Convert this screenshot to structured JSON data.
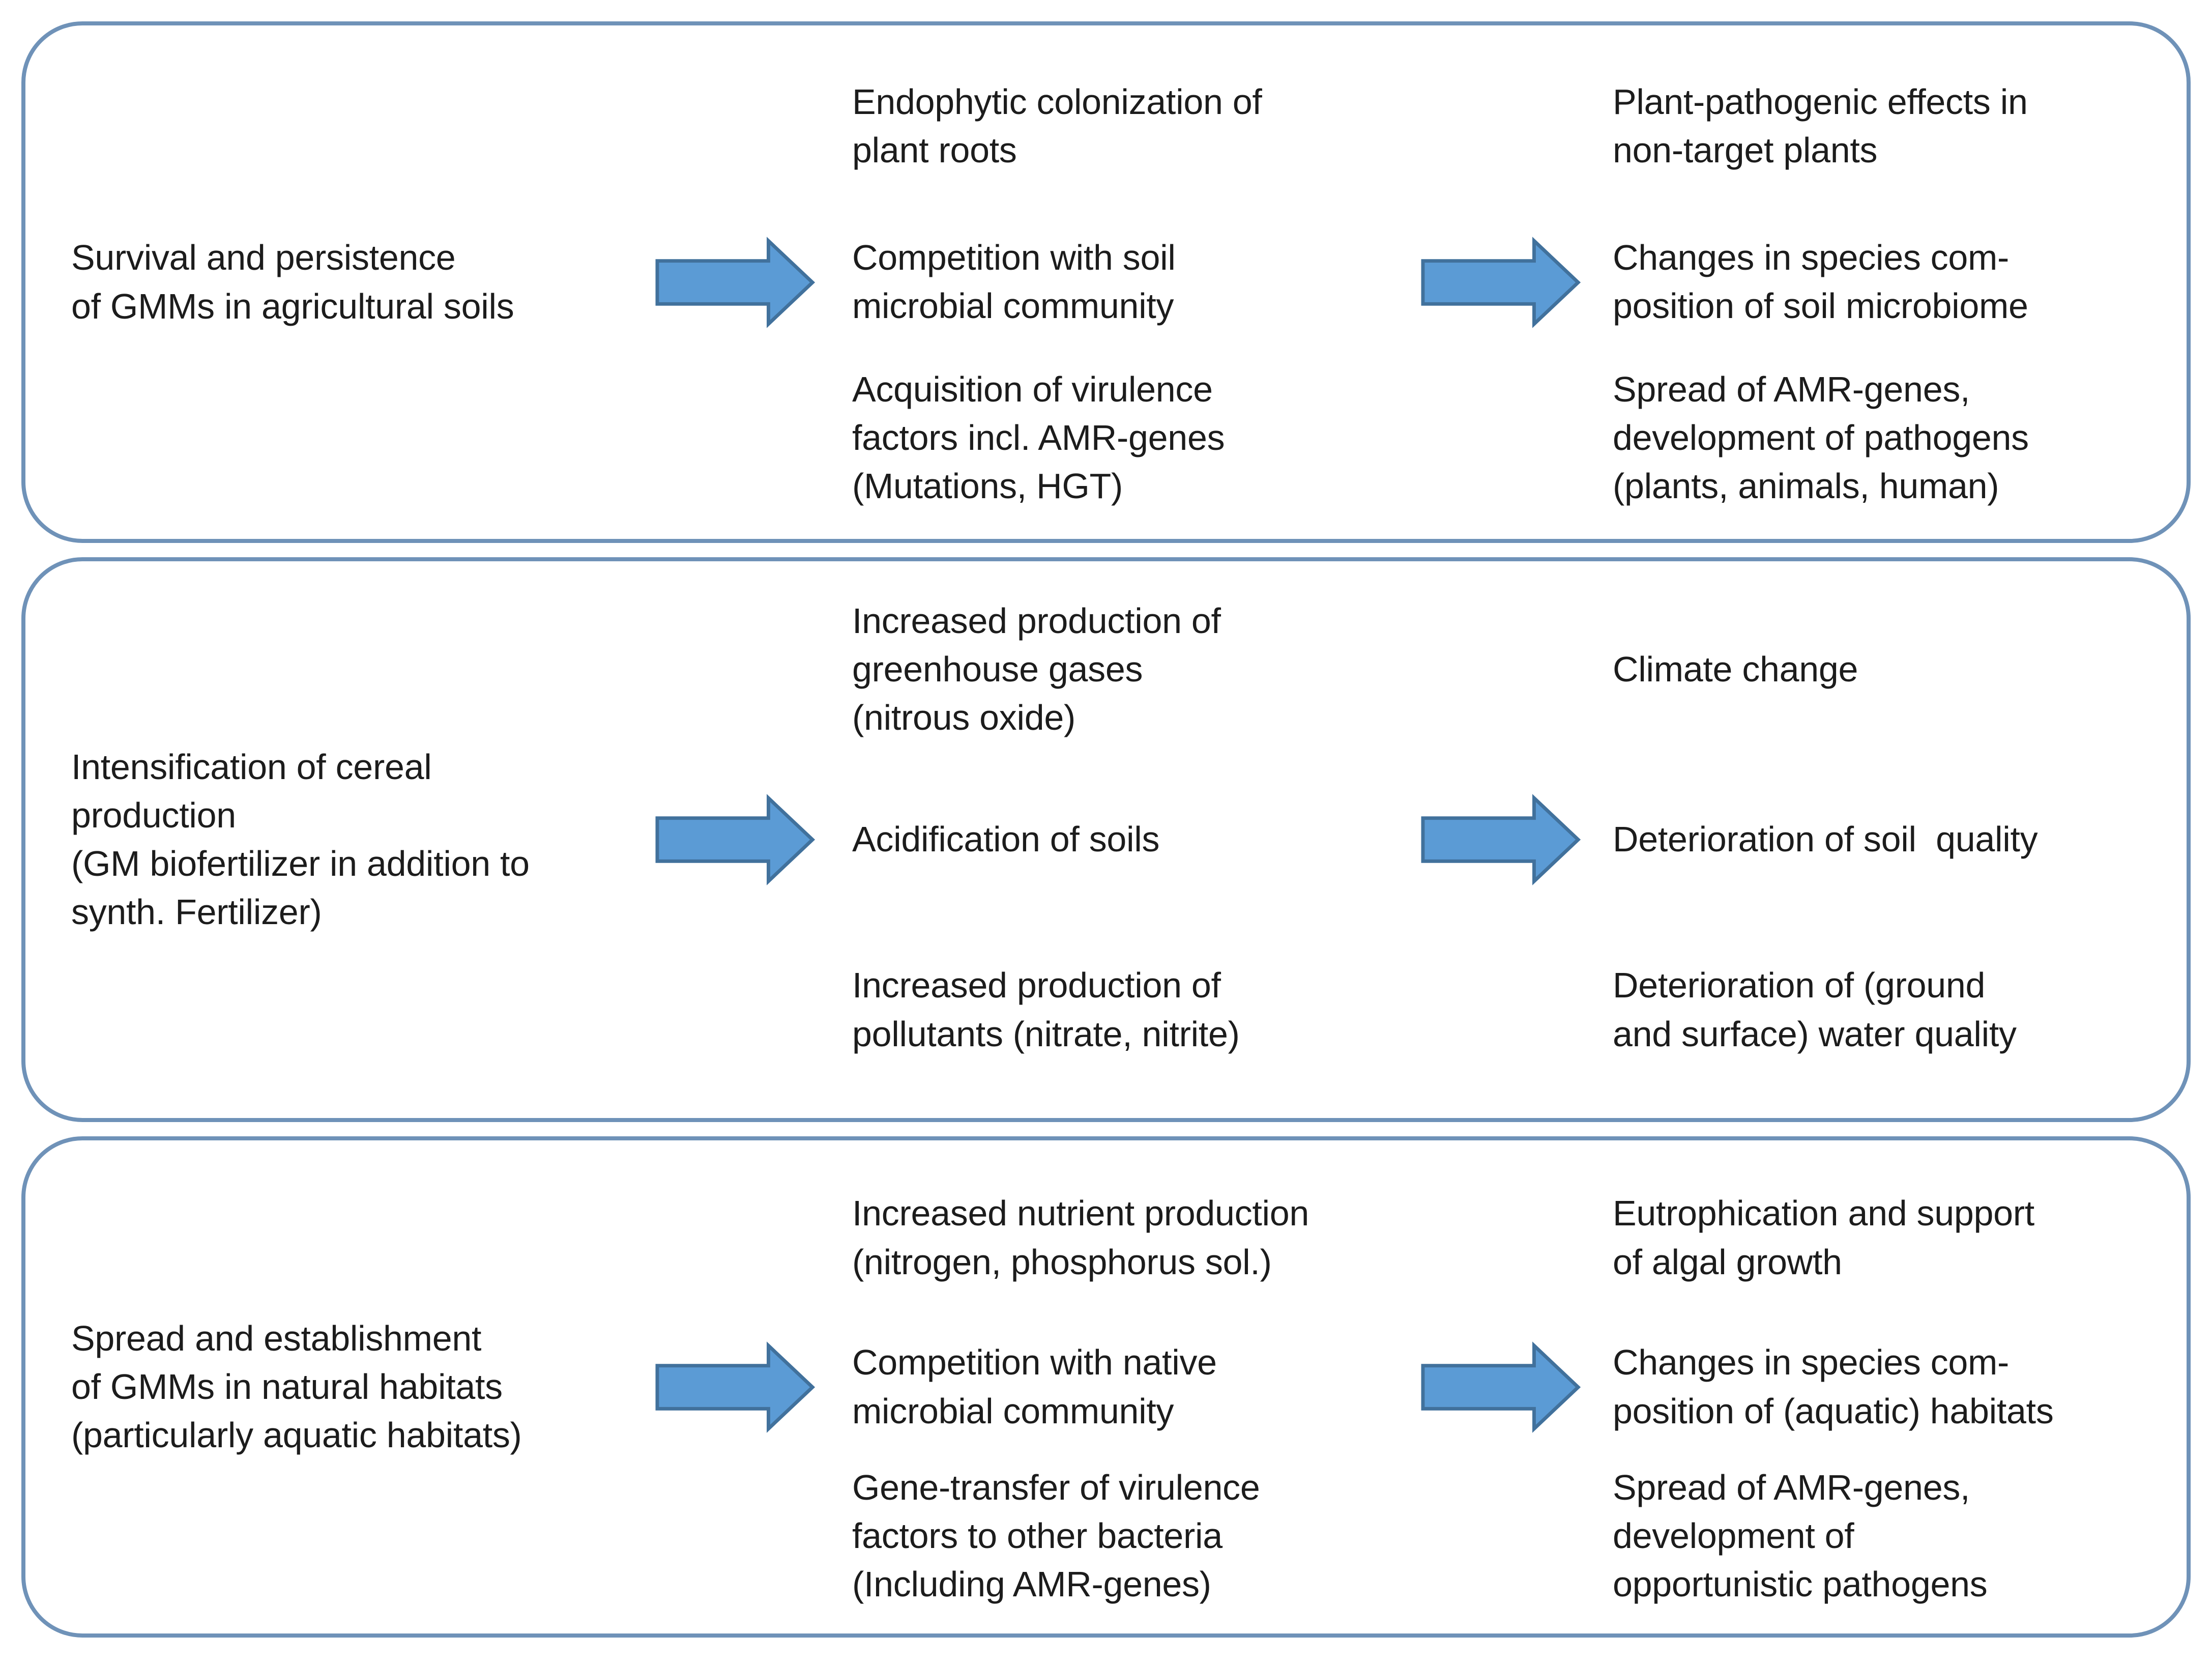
{
  "colors": {
    "page_bg": "#ffffff",
    "box_border": "#6f92b8",
    "arrow_fill": "#5b9bd5",
    "arrow_border": "#41719c",
    "text_color": "#1c1c1c"
  },
  "boxes": [
    {
      "source": "Survival and persistence\nof GMMs in agricultural soils",
      "mechanisms": [
        "Endophytic colonization of\nplant roots",
        "Competition with soil\nmicrobial community",
        "Acquisition of virulence\nfactors incl. AMR-genes\n(Mutations, HGT)"
      ],
      "outcomes": [
        "Plant-pathogenic effects in\nnon-target plants",
        "Changes in species com-\nposition of soil microbiome",
        "Spread of AMR-genes,\ndevelopment of pathogens\n(plants, animals, human)"
      ]
    },
    {
      "source": "Intensification of cereal\nproduction\n(GM biofertilizer in addition to\nsynth. Fertilizer)",
      "mechanisms": [
        "Increased production of\ngreenhouse gases\n(nitrous oxide)",
        "Acidification of soils",
        "Increased production of\npollutants (nitrate, nitrite)"
      ],
      "outcomes": [
        "Climate change",
        "Deterioration of soil  quality",
        "Deterioration of (ground\nand surface) water quality"
      ]
    },
    {
      "source": "Spread and establishment\nof GMMs in natural habitats\n(particularly aquatic habitats)",
      "mechanisms": [
        "Increased nutrient production\n(nitrogen, phosphorus sol.)",
        "Competition with native\nmicrobial community",
        "Gene-transfer of virulence\nfactors to other bacteria\n(Including AMR-genes)"
      ],
      "outcomes": [
        "Eutrophication and support\nof algal growth",
        "Changes in species com-\nposition of (aquatic) habitats",
        "Spread of AMR-genes,\ndevelopment of\nopportunistic pathogens"
      ]
    }
  ]
}
